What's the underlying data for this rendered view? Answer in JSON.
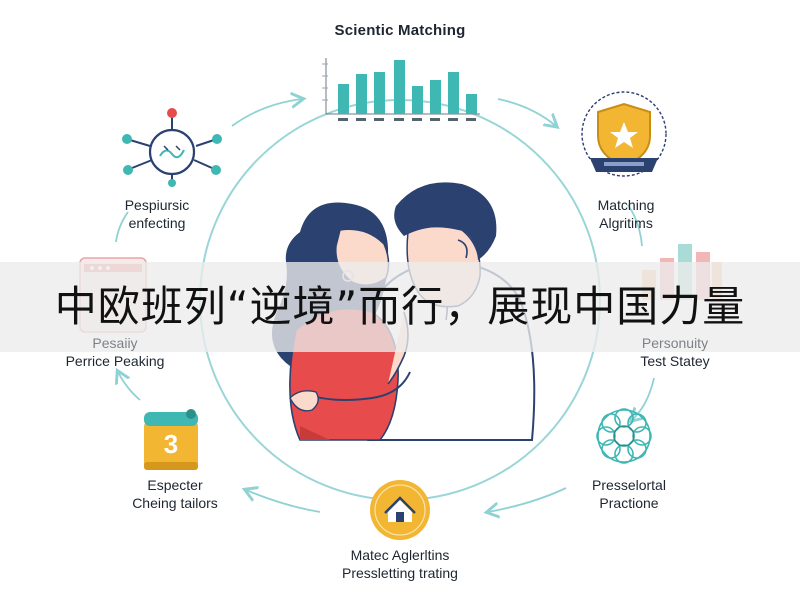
{
  "banner": {
    "text": "中欧班列“逆境”而行，展现中国力量"
  },
  "nodes": {
    "scientific_matching": {
      "title": "Scientic Matching"
    },
    "matching_algorithms": {
      "line1": "Matching",
      "line2": "Algritims"
    },
    "personality_test": {
      "line1": "Personuity",
      "line2": "Test Statey"
    },
    "preselected_practice": {
      "line1": "Presselortal",
      "line2": "Practione"
    },
    "match_algorithms": {
      "line1": "Matec Aglerltins",
      "line2": "Pressletting trating"
    },
    "expected_chemistry": {
      "line1": "Especter",
      "line2": "Cheing tailors"
    },
    "personality_peaking": {
      "line1": "Pesaiiy",
      "line2": "Perrice Peaking"
    },
    "perceptual_detecting": {
      "line1": "Pespiursic",
      "line2": "enfecting"
    }
  },
  "icons": {
    "expected_chemistry_badge": "3"
  },
  "colors": {
    "teal": "#3fb7b3",
    "ring": "#8fd2d4",
    "gold": "#f2b632",
    "navy": "#2b4170",
    "red": "#e84b4b",
    "pink": "#f3b6b6"
  }
}
